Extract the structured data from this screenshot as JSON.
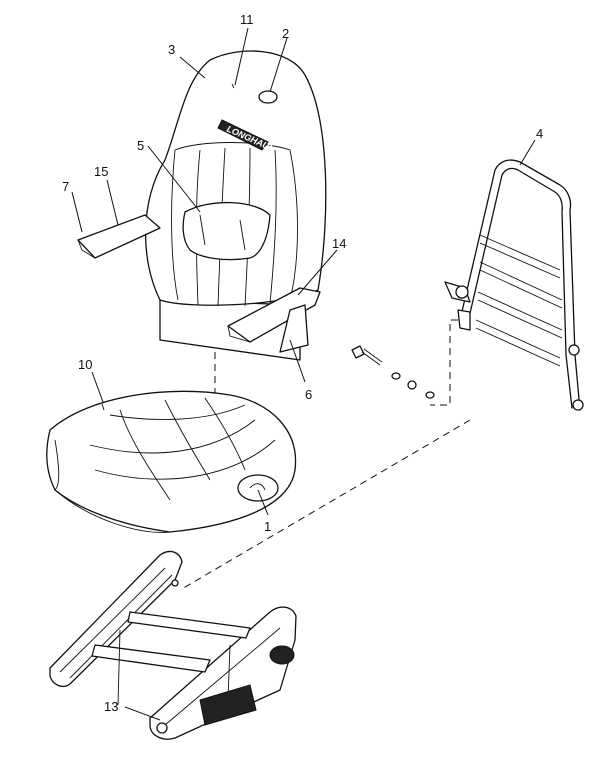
{
  "callouts": {
    "c1": "1",
    "c2": "2",
    "c3": "3",
    "c4": "4",
    "c5": "5",
    "c6": "6",
    "c7": "7",
    "c10": "10",
    "c11": "11",
    "c13": "13",
    "c14": "14",
    "c15": "15"
  },
  "backrest_logo_text": "LONGHAUL"
}
